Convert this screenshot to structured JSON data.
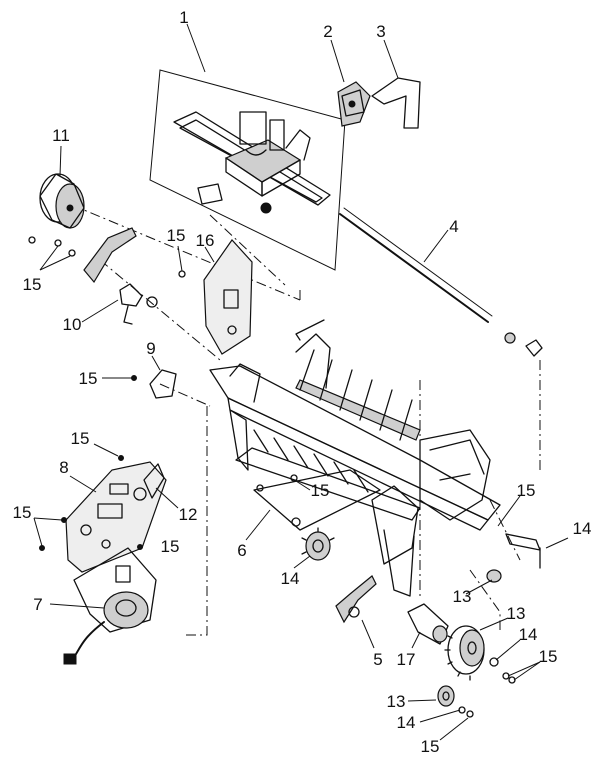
{
  "callouts": [
    {
      "id": "c1",
      "label": "1"
    },
    {
      "id": "c2",
      "label": "2"
    },
    {
      "id": "c3",
      "label": "3"
    },
    {
      "id": "c4",
      "label": "4"
    },
    {
      "id": "c11",
      "label": "11"
    },
    {
      "id": "c15a",
      "label": "15"
    },
    {
      "id": "c16",
      "label": "16"
    },
    {
      "id": "c15b",
      "label": "15"
    },
    {
      "id": "c10",
      "label": "10"
    },
    {
      "id": "c9",
      "label": "9"
    },
    {
      "id": "c15c",
      "label": "15"
    },
    {
      "id": "c15d",
      "label": "15"
    },
    {
      "id": "c8",
      "label": "8"
    },
    {
      "id": "c12",
      "label": "12"
    },
    {
      "id": "c15e",
      "label": "15"
    },
    {
      "id": "c15f",
      "label": "15"
    },
    {
      "id": "c15g",
      "label": "15"
    },
    {
      "id": "c6",
      "label": "6"
    },
    {
      "id": "c14a",
      "label": "14"
    },
    {
      "id": "c15h",
      "label": "15"
    },
    {
      "id": "c13a",
      "label": "13"
    },
    {
      "id": "c14b",
      "label": "14"
    },
    {
      "id": "c7",
      "label": "7"
    },
    {
      "id": "c13b",
      "label": "13"
    },
    {
      "id": "c14c",
      "label": "14"
    },
    {
      "id": "c5",
      "label": "5"
    },
    {
      "id": "c17",
      "label": "17"
    },
    {
      "id": "c15i",
      "label": "15"
    },
    {
      "id": "c13c",
      "label": "13"
    },
    {
      "id": "c14d",
      "label": "14"
    },
    {
      "id": "c15j",
      "label": "15"
    }
  ]
}
